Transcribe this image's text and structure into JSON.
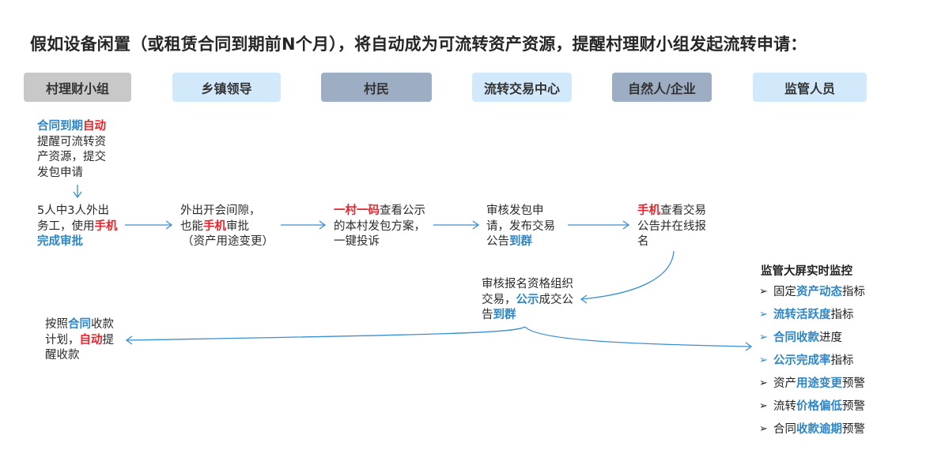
{
  "title": "假如设备闲置（或租赁合同到期前N个月），将自动成为可流转资产资源，提醒村理财小组发起流转申请：",
  "roles": [
    {
      "label": "村理财小组",
      "style": "gray"
    },
    {
      "label": "乡镇领导",
      "style": "light"
    },
    {
      "label": "村民",
      "style": "slate"
    },
    {
      "label": "流转交易中心",
      "style": "light"
    },
    {
      "label": "自然人/企业",
      "style": "slate"
    },
    {
      "label": "监管人员",
      "style": "light"
    }
  ],
  "colors": {
    "blue_highlight": "#2e86c6",
    "red_highlight": "#e8252b",
    "arrow": "#3a8fd0"
  },
  "steps": {
    "s1": {
      "p1": "合同到期",
      "p2": "自动",
      "p3": "提醒可流转资产资源，提交发包申请"
    },
    "s2": {
      "p1": "5人中3人外出务工，使用",
      "p2": "手机",
      "p3": "完成审批"
    },
    "s3": {
      "p1": "外出开会间隙，",
      "p2": "也能",
      "p3": "手机",
      "p4": "审批",
      "p5": "（资产用途变更）"
    },
    "s4": {
      "p1": "一村一码",
      "p2": "查看公示的本村发包方案，一键投诉"
    },
    "s5": {
      "p1": "审核发包申请，发布交易公告",
      "p2": "到群"
    },
    "s6": {
      "p1": "手机",
      "p2": "查看交易公告并在线报名"
    },
    "s7": {
      "p1": "审核报名资格组织交易，",
      "p2": "公示",
      "p3": "成交公告",
      "p4": "到群"
    },
    "s8": {
      "p1": "按照",
      "p2": "合同",
      "p3": "收款计划，",
      "p4": "自",
      "p5": "动",
      "p6": "提醒收款"
    }
  },
  "monitor": {
    "title": "监管大屏实时监控",
    "items": [
      {
        "pre": "固定",
        "hi": "资产动态",
        "post": "指标",
        "arrow_blue": false
      },
      {
        "pre": "",
        "hi": "流转活跃度",
        "post": "指标",
        "arrow_blue": true
      },
      {
        "pre": "",
        "hi": "合同收款",
        "post": "进度",
        "arrow_blue": true
      },
      {
        "pre": "",
        "hi": "公示完成率",
        "post": "指标",
        "arrow_blue": true
      },
      {
        "pre": "资产",
        "hi": "用途变更",
        "post": "预警",
        "arrow_blue": false
      },
      {
        "pre": "流转",
        "hi": "价格偏低",
        "post": "预警",
        "arrow_blue": false
      },
      {
        "pre": "合同",
        "hi": "收款逾期",
        "post": "预警",
        "arrow_blue": false
      }
    ]
  }
}
